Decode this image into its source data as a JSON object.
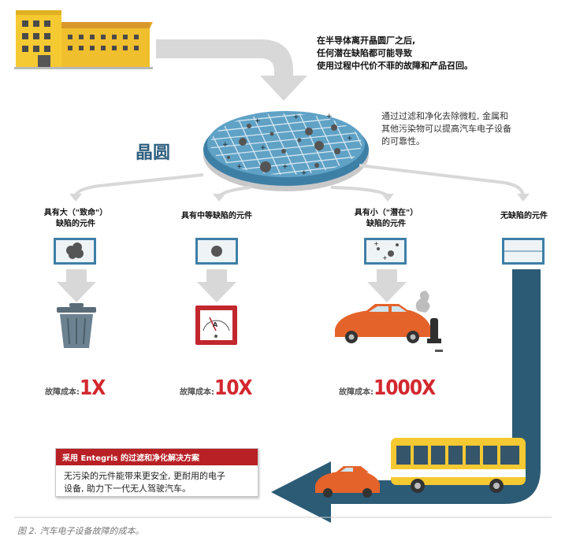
{
  "intro_lines": [
    "在半导体离开晶圆厂之后,",
    "任何潜在缺陷都可能导致",
    "使用过程中代价不菲的故障和产品召回。"
  ],
  "filter_note_lines": [
    "通过过滤和净化去除微粒, 金属和",
    "其他污染物可以提高汽车电子设备",
    "的可靠性。"
  ],
  "wafer_label": "晶圆",
  "categories": [
    {
      "lines": [
        "具有大（\"致命\"）",
        "缺陷的元件"
      ],
      "outcome_icon": "trash-can-icon",
      "cost_label": "故障成本:",
      "cost_value": "1X"
    },
    {
      "lines": [
        "具有中等缺陷的元件"
      ],
      "outcome_icon": "gauge-meter-icon",
      "cost_label": "故障成本:",
      "cost_value": "10X"
    },
    {
      "lines": [
        "具有小（\"潜在\"）",
        "缺陷的元件"
      ],
      "outcome_icon": "car-crash-icon",
      "cost_label": "故障成本:",
      "cost_value": "1000X"
    },
    {
      "lines": [
        "无缺陷的元件"
      ],
      "outcome_icon": "bus-icon"
    }
  ],
  "callout": {
    "header": "采用 Entegris 的过滤和净化解决方案",
    "body_lines": [
      "无污染的元件能带来更安全, 更耐用的电子",
      "设备, 助力下一代无人驾驶汽车。"
    ]
  },
  "caption": "图 2.  汽车电子设备故障的成本。",
  "colors": {
    "accent_red": "#d3282f",
    "header_red": "#b82025",
    "arrow_blue": "#2c5b76",
    "wafer_blue": "#3e7fa6",
    "arrow_gray": "#d8d8d8",
    "factory_yellow": "#f5c932",
    "car_orange": "#e4632a"
  }
}
